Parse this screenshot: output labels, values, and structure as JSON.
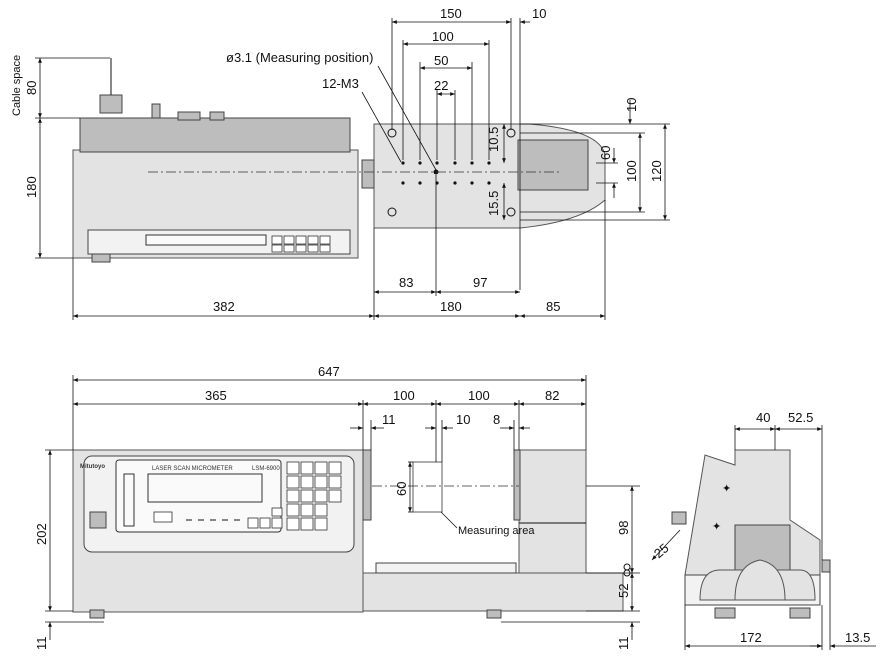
{
  "top_view": {
    "cable_space_label": "Cable space",
    "cable_space": "80",
    "height": "180",
    "d150": "150",
    "d10_top": "10",
    "d100": "100",
    "d50": "50",
    "d22": "22",
    "measuring_position": "ø3.1 (Measuring position)",
    "screws": "12-M3",
    "d10_right": "10",
    "d10_5": "10.5",
    "d15_5": "15.5",
    "d60": "60",
    "d100_right": "100",
    "d120": "120",
    "d83": "83",
    "d97": "97",
    "d382": "382",
    "d180_bottom": "180",
    "d85": "85"
  },
  "front_view": {
    "d647": "647",
    "d365": "365",
    "d100_a": "100",
    "d100_b": "100",
    "d82": "82",
    "d11_top": "11",
    "d10": "10",
    "d8": "8",
    "d60": "60",
    "measuring_area": "Measuring area",
    "d202": "202",
    "d98": "98",
    "d52": "52",
    "d11_left": "11",
    "d11_right": "11",
    "brand": "Mitutoyo",
    "panel_title": "LASER SCAN MICROMETER",
    "model": "LSM-6900"
  },
  "side_view": {
    "d40": "40",
    "d52_5": "52.5",
    "d25": "25",
    "d172": "172",
    "d13_5": "13.5"
  }
}
